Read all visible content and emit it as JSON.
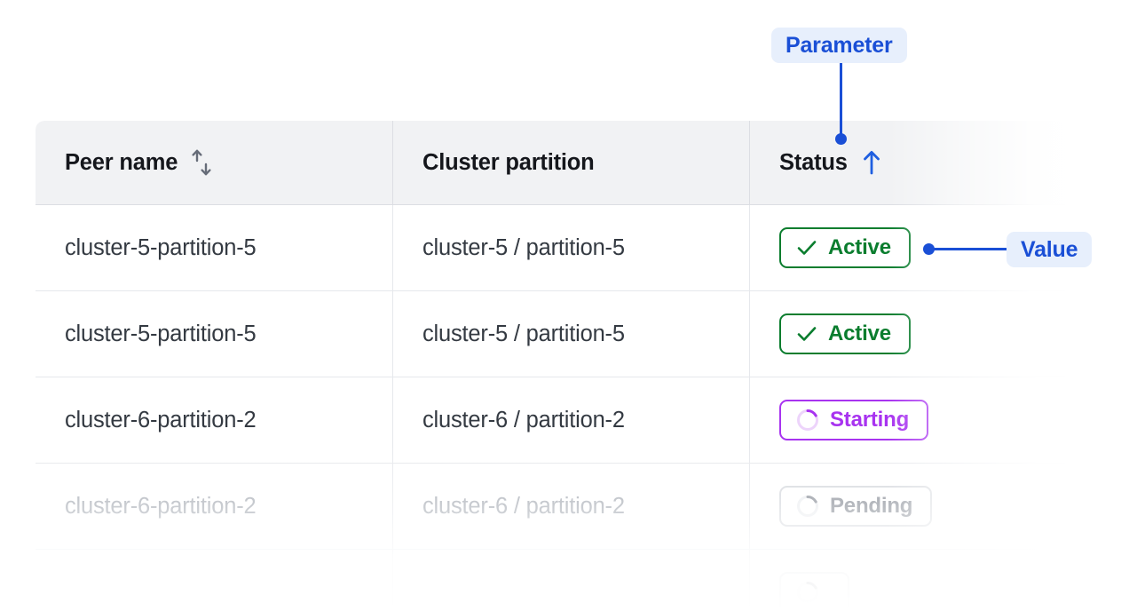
{
  "table": {
    "columns": [
      {
        "label": "Peer name",
        "sort_icon": "sort-both-icon",
        "sort_state": "none"
      },
      {
        "label": "Cluster partition",
        "sort_icon": null,
        "sort_state": "none"
      },
      {
        "label": "Status",
        "sort_icon": "sort-ascending-icon",
        "sort_state": "ascending"
      }
    ],
    "rows": [
      {
        "peer_name": "cluster-5-partition-5",
        "cluster_partition": "cluster-5 / partition-5",
        "status": "Active",
        "status_kind": "active",
        "status_icon": "check-icon",
        "faded": false
      },
      {
        "peer_name": "cluster-5-partition-5",
        "cluster_partition": "cluster-5 / partition-5",
        "status": "Active",
        "status_kind": "active",
        "status_icon": "check-icon",
        "faded": false
      },
      {
        "peer_name": "cluster-6-partition-2",
        "cluster_partition": "cluster-6 / partition-2",
        "status": "Starting",
        "status_kind": "starting",
        "status_icon": "spinner-icon",
        "faded": false
      },
      {
        "peer_name": "cluster-6-partition-2",
        "cluster_partition": "cluster-6 / partition-2",
        "status": "Pending",
        "status_kind": "pending",
        "status_icon": "spinner-icon",
        "faded": true
      },
      {
        "peer_name": "",
        "cluster_partition": "",
        "status": "",
        "status_kind": "pending",
        "status_icon": "spinner-icon",
        "faded": true
      }
    ]
  },
  "annotations": {
    "parameter": {
      "label": "Parameter",
      "points_to": "status-column-header"
    },
    "value": {
      "label": "Value",
      "points_to": "status-badge-row-1"
    }
  },
  "colors": {
    "annotation_blue": "#1a4fd6",
    "annotation_badge_bg": "#e7effc",
    "status_active": "#0a7d2e",
    "status_starting": "#a833f0",
    "status_pending": "#8b9099",
    "header_bg": "#f1f2f4",
    "border": "#e6e8ec",
    "text": "#343a42"
  }
}
